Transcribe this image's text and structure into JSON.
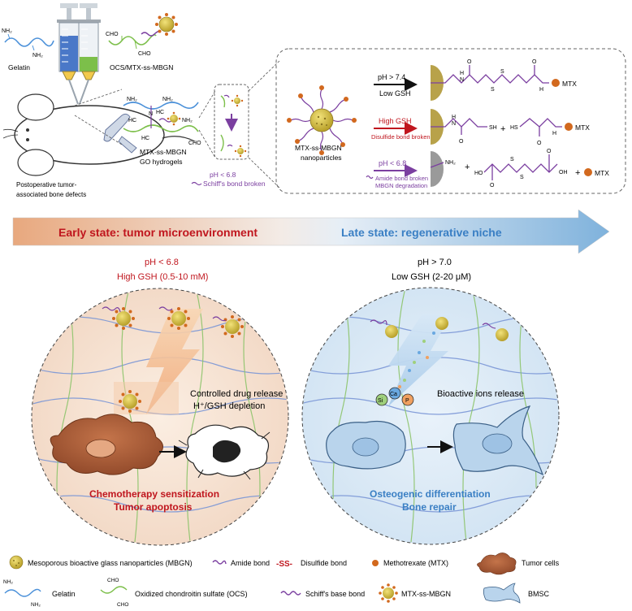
{
  "top": {
    "gelatin_label": "Gelatin",
    "ocs_label": "OCS/MTX-ss-MBGN",
    "nh2": "NH₂",
    "cho": "CHO",
    "hc": "HC",
    "n": "N",
    "mouse_label_1": "Postoperative tumor-",
    "mouse_label_2": "associated bone defects",
    "hydrogel_label_1": "MTX-ss-MBGN",
    "hydrogel_label_2": "GO hydrogels",
    "ph_small": "pH < 6.8",
    "schiff_broken": "Schiff's bond broken"
  },
  "reaction": {
    "np_label_1": "MTX-ss-MBGN",
    "np_label_2": "nanoparticles",
    "r1_cond_1": "pH > 7.4",
    "r1_cond_2": "Low GSH",
    "r2_cond_1": "High GSH",
    "r2_cond_2": "Disulfide bond broken",
    "r3_cond_1": "pH < 6.8",
    "r3_cond_2": "Amide bond broken",
    "r3_cond_3": "MBGN degradation",
    "mtx": "MTX",
    "sh": "SH",
    "hs": "HS",
    "h": "H",
    "n": "N",
    "s": "S",
    "o": "O",
    "oh": "OH",
    "ho": "HO",
    "nh2": "NH₂",
    "plus": "+",
    "ss": "SS"
  },
  "banner": {
    "early": "Early state: tumor microenvironment",
    "late": "Late state: regenerative niche",
    "early_ph": "pH < 6.8",
    "early_gsh": "High GSH (0.5-10 mM)",
    "late_ph": "pH > 7.0",
    "late_gsh": "Low GSH (2-20 μM)"
  },
  "left_circle": {
    "release_1": "Controlled drug release",
    "release_2": "H⁺/GSH depletion",
    "outcome_1": "Chemotherapy sensitization",
    "outcome_2": "Tumor apoptosis"
  },
  "right_circle": {
    "ions_release": "Bioactive ions release",
    "si": "Si",
    "ca": "Ca",
    "p": "P",
    "outcome_1": "Osteogenic differentiation",
    "outcome_2": "Bone repair"
  },
  "legend": {
    "mbgn": "Mesoporous bioactive glass nanoparticles (MBGN)",
    "amide": "Amide bond",
    "ss_symbol": "-SS-",
    "disulfide": "Disulfide bond",
    "mtx": "Methotrexate (MTX)",
    "tumor": "Tumor cells",
    "gelatin": "Gelatin",
    "ocs": "Oxidized chondroitin sulfate (OCS)",
    "schiff": "Schiff's base bond",
    "mtx_mbgn": "MTX-ss-MBGN",
    "bmsc": "BMSC",
    "nh2": "NH₂",
    "cho": "CHO"
  },
  "colors": {
    "red_text": "#c0161e",
    "blue_text": "#3a7fc4",
    "purple": "#7b3fa0",
    "gelatin_blue": "#4a90d9",
    "ocs_green": "#7cbf4a",
    "mbgn_gold": "#c9b13a",
    "mtx_orange": "#d2691e"
  }
}
